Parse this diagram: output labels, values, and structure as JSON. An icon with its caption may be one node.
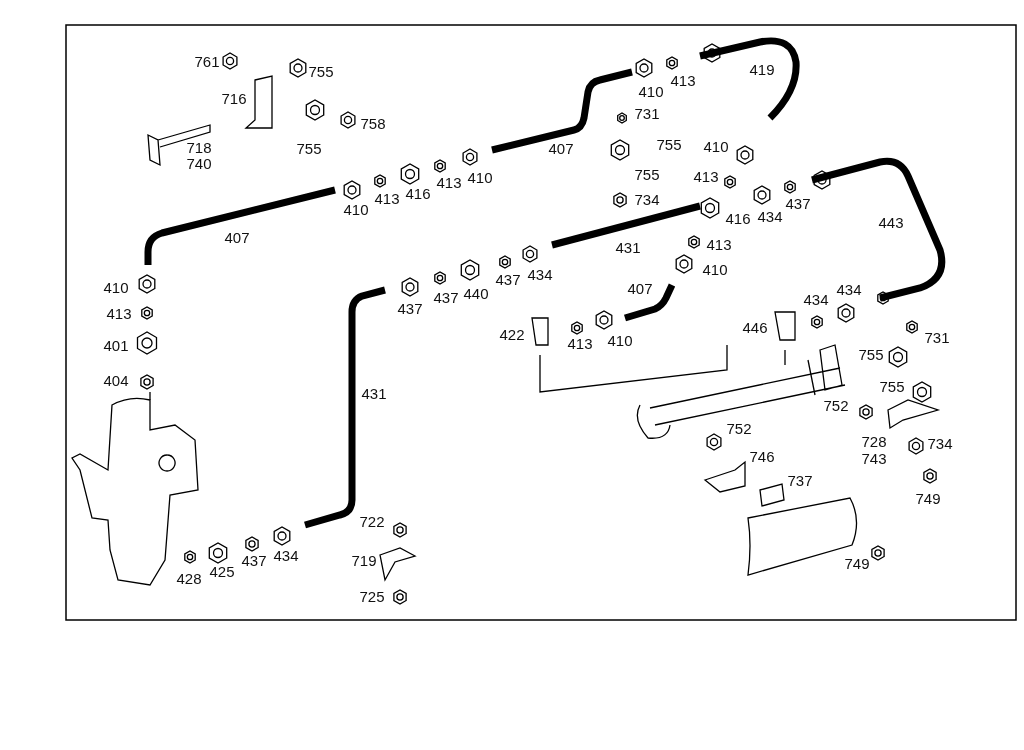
{
  "diagram": {
    "labels": [
      "761",
      "755",
      "419",
      "410",
      "413",
      "716",
      "731",
      "758",
      "755",
      "407",
      "718",
      "755",
      "410",
      "740",
      "755",
      "413",
      "410",
      "413",
      "416",
      "437",
      "734",
      "410",
      "413",
      "416",
      "434",
      "443",
      "407",
      "431",
      "413",
      "434",
      "437",
      "410",
      "440",
      "407",
      "410",
      "437",
      "434",
      "437",
      "434",
      "413",
      "422",
      "446",
      "731",
      "413",
      "410",
      "401",
      "755",
      "404",
      "755",
      "431",
      "752",
      "752",
      "728",
      "734",
      "743",
      "746",
      "737",
      "749",
      "722",
      "437",
      "434",
      "719",
      "425",
      "428",
      "749",
      "725"
    ]
  }
}
